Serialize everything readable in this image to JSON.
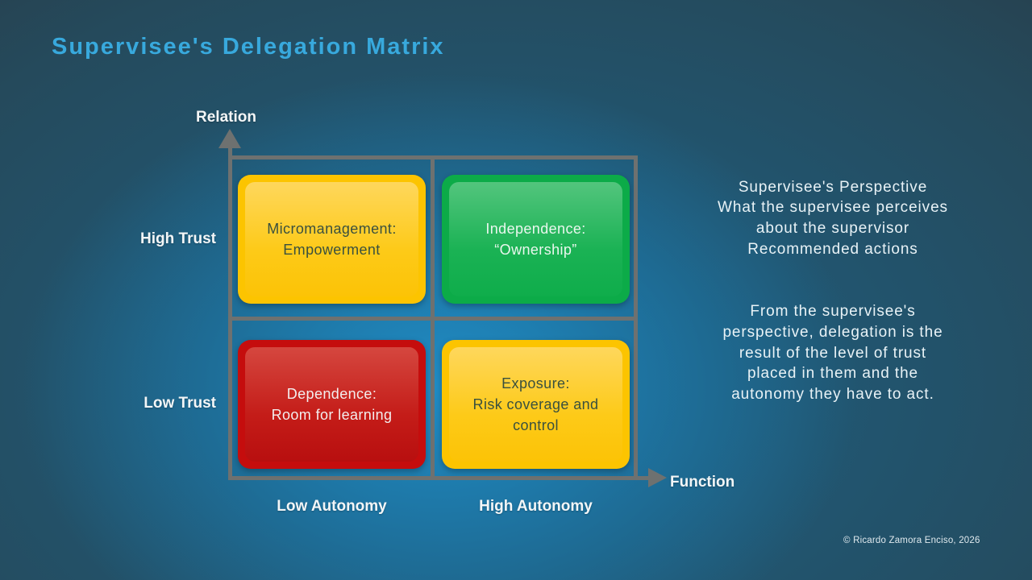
{
  "slide": {
    "title": "Supervisee's Delegation Matrix",
    "copyright": "© Ricardo Zamora Enciso, 2026"
  },
  "matrix": {
    "y_axis_label": "Relation",
    "x_axis_label": "Function",
    "row_labels": [
      "High Trust",
      "Low Trust"
    ],
    "col_labels": [
      "Low Autonomy",
      "High Autonomy"
    ],
    "quadrants": [
      {
        "position": "top-left",
        "row": "High Trust",
        "col": "Low Autonomy",
        "color": "#fcc400",
        "lines": [
          "Micromanagement:",
          "Empowerment"
        ]
      },
      {
        "position": "top-right",
        "row": "High Trust",
        "col": "High Autonomy",
        "color": "#0cab48",
        "lines": [
          "Independence:",
          "“Ownership”"
        ]
      },
      {
        "position": "bottom-left",
        "row": "Low Trust",
        "col": "Low Autonomy",
        "color": "#c50d0d",
        "lines": [
          "Dependence:",
          "Room for learning"
        ]
      },
      {
        "position": "bottom-right",
        "row": "Low Trust",
        "col": "High Autonomy",
        "color": "#fcc400",
        "lines": [
          "Exposure:",
          "Risk coverage and",
          "control"
        ]
      }
    ]
  },
  "side_text": {
    "intro_lines": [
      "Supervisee's Perspective",
      "What the supervisee perceives",
      "about the supervisor",
      "Recommended actions"
    ],
    "body_lines": [
      "From the supervisee's",
      "perspective, delegation is the",
      "result of the level of trust",
      "placed in them and the",
      "autonomy they have to act."
    ]
  },
  "colors": {
    "title_accent": "#38a9dd",
    "background_center": "#1e86bc",
    "background_edge": "#28333b",
    "axis_gray": "#6e7170",
    "label_text": "#f3f6f7"
  }
}
